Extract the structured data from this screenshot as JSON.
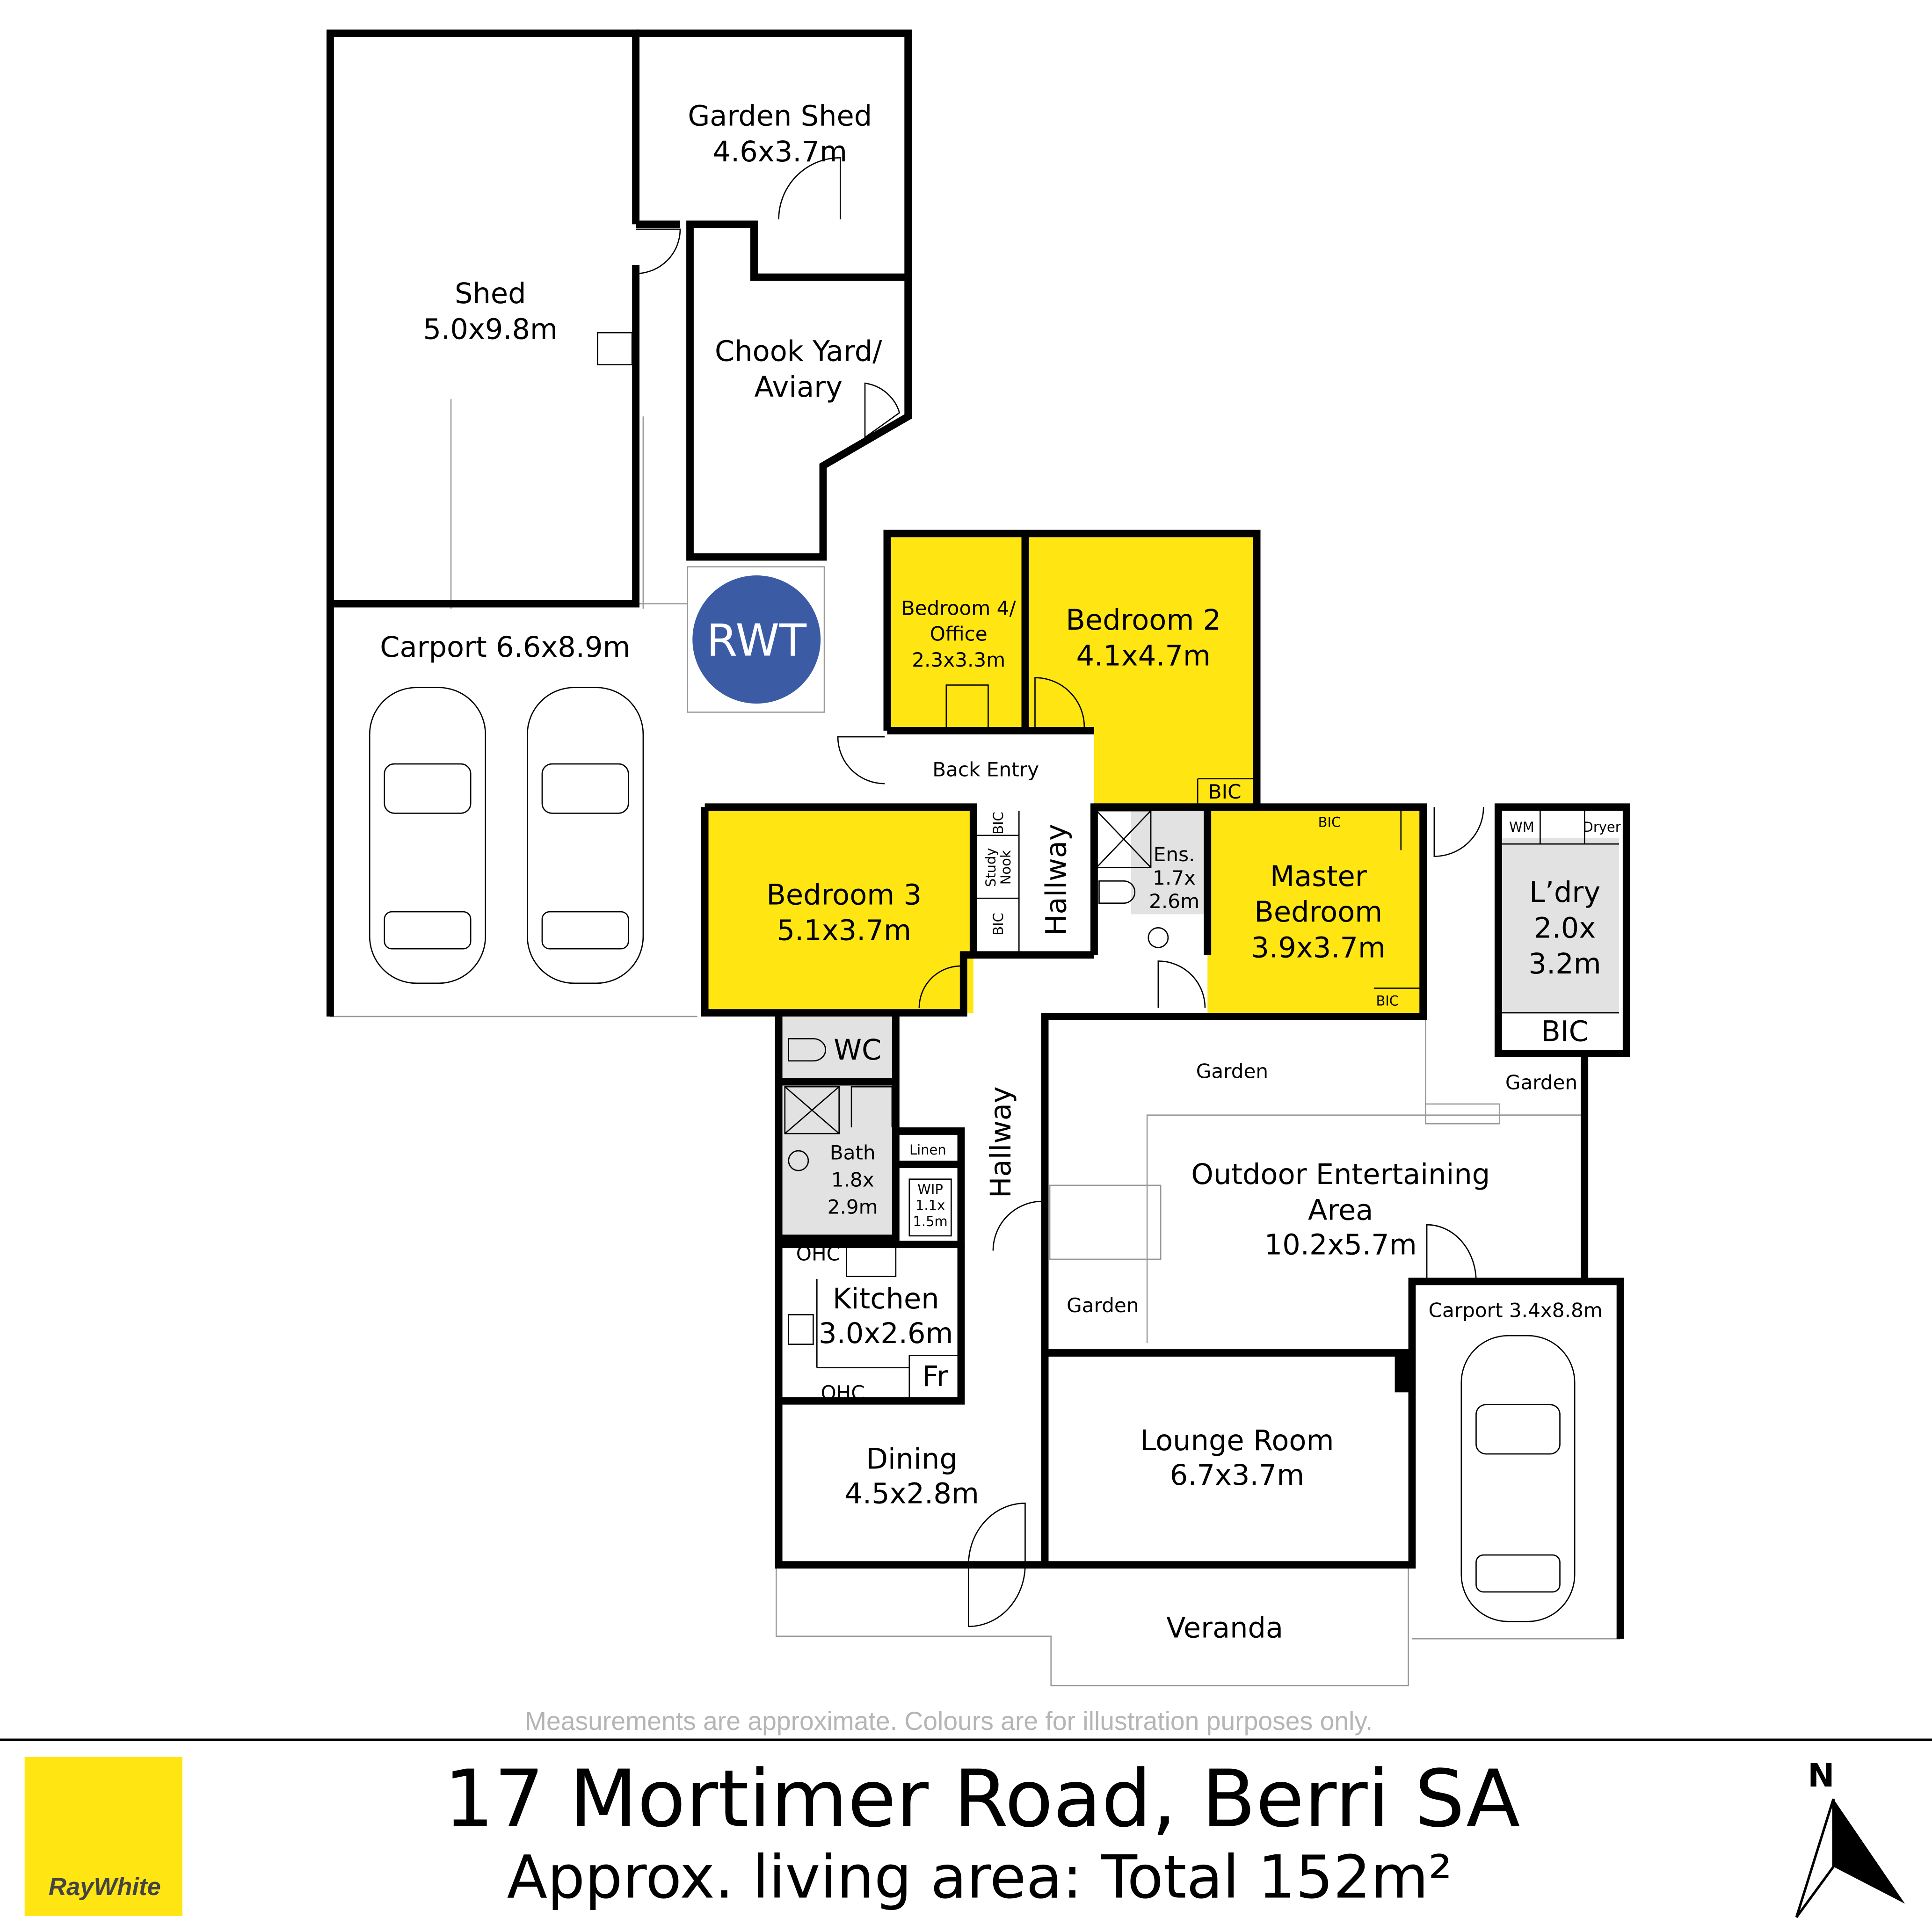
{
  "colors": {
    "bedroom": "#FFE512",
    "wet_area": "#E2E2E2",
    "badge": "#3B5BA5",
    "brand": "#FFE512",
    "walls": "#000000"
  },
  "rooms": {
    "garden_shed": [
      "Garden Shed",
      "4.6x3.7m"
    ],
    "shed": [
      "Shed",
      "5.0x9.8m"
    ],
    "chook": [
      "Chook Yard/",
      "Aviary"
    ],
    "carport1": [
      "Carport 6.6x8.9m"
    ],
    "bed4": [
      "Bedroom 4/",
      "Office",
      "2.3x3.3m"
    ],
    "bed2": [
      "Bedroom 2",
      "4.1x4.7m"
    ],
    "bed2_bic": "BIC",
    "back_entry": "Back Entry",
    "bed3": [
      "Bedroom 3",
      "5.1x3.7m"
    ],
    "bic_a": "BIC",
    "study": [
      "Study",
      "Nook"
    ],
    "bic_b": "BIC",
    "hallway1": "Hallway",
    "ens": [
      "Ens.",
      "1.7x",
      "2.6m"
    ],
    "master": [
      "Master",
      "Bedroom",
      "3.9x3.7m"
    ],
    "master_bic_top": "BIC",
    "master_bic_bottom": "BIC",
    "laundry": [
      "L’dry",
      "2.0x",
      "3.2m"
    ],
    "wm": "WM",
    "dryer": "Dryer",
    "laundry_bic": "BIC",
    "wc": "WC",
    "bath": [
      "Bath",
      "1.8x",
      "2.9m"
    ],
    "linen": "Linen",
    "wip": [
      "WIP",
      "1.1x",
      "1.5m"
    ],
    "hallway2": "Hallway",
    "garden1": "Garden",
    "garden2": "Garden",
    "garden3": "Garden",
    "outdoor": [
      "Outdoor Entertaining",
      "Area",
      "10.2x5.7m"
    ],
    "carport2": [
      "Carport 3.4x8.8m"
    ],
    "ohc_top": "OHC",
    "kitchen": [
      "Kitchen",
      "3.0x2.6m"
    ],
    "fridge": "Fr",
    "ohc_bottom": "OHC",
    "lounge": [
      "Lounge Room",
      "6.7x3.7m"
    ],
    "dining": [
      "Dining",
      "4.5x2.8m"
    ],
    "veranda": "Veranda"
  },
  "badge": "RWT",
  "disclaimer": "Measurements are approximate. Colours are for illustration purposes only.",
  "title": "17 Mortimer Road, Berri SA",
  "subtitle": "Approx. living area: Total 152m²",
  "brand": "RayWhite",
  "compass": "N",
  "icons": [
    "door-swing-icon",
    "car-icon",
    "toilet-icon",
    "shower-icon",
    "sink-icon",
    "cooktop-icon",
    "north-arrow-icon"
  ]
}
